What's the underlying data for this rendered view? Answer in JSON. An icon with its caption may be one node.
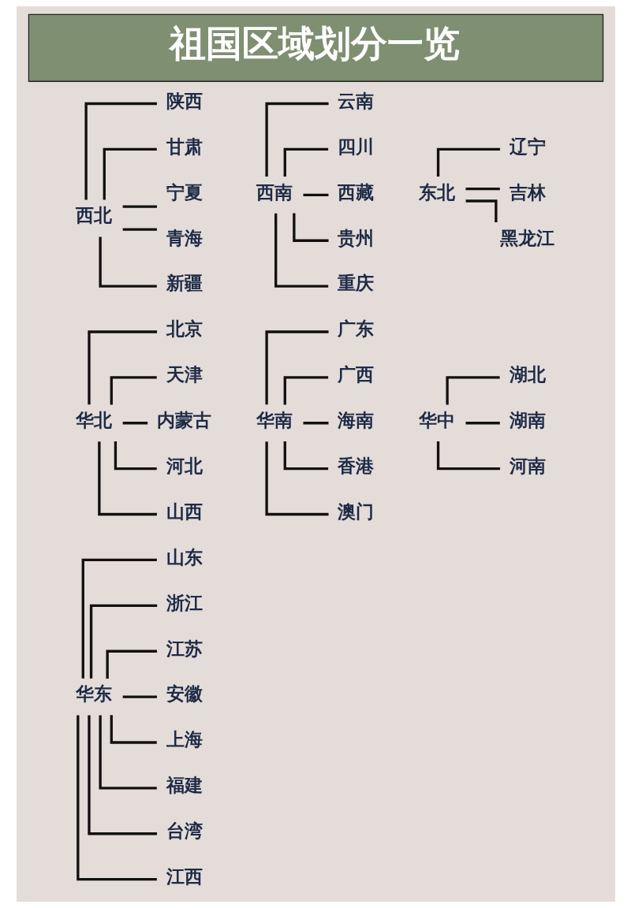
{
  "diagram": {
    "title": "祖国区域划分一览",
    "nodes": [
      {
        "text": [
          "西北"
        ]
      },
      {
        "text": [
          "陕西"
        ]
      },
      {
        "text": [
          "甘肃"
        ]
      },
      {
        "text": [
          "宁夏"
        ]
      },
      {
        "text": [
          "青海"
        ]
      },
      {
        "text": [
          "新疆"
        ]
      },
      {
        "text": [
          "西南"
        ]
      },
      {
        "text": [
          "云南"
        ]
      },
      {
        "text": [
          "四川"
        ]
      },
      {
        "text": [
          "西藏"
        ]
      },
      {
        "text": [
          "贵州"
        ]
      },
      {
        "text": [
          "重庆"
        ]
      },
      {
        "text": [
          "东北"
        ]
      },
      {
        "text": [
          "辽宁"
        ]
      },
      {
        "text": [
          "吉林"
        ]
      },
      {
        "text": [
          "黑龙江"
        ]
      },
      {
        "text": [
          "华北"
        ]
      },
      {
        "text": [
          "北京"
        ]
      },
      {
        "text": [
          "天津"
        ]
      },
      {
        "text": [
          "内蒙古"
        ]
      },
      {
        "text": [
          "河北"
        ]
      },
      {
        "text": [
          "山西"
        ]
      },
      {
        "text": [
          "华南"
        ]
      },
      {
        "text": [
          "广东"
        ]
      },
      {
        "text": [
          "广西"
        ]
      },
      {
        "text": [
          "海南"
        ]
      },
      {
        "text": [
          "香港"
        ]
      },
      {
        "text": [
          "澳门"
        ]
      },
      {
        "text": [
          "华中"
        ]
      },
      {
        "text": [
          "湖北"
        ]
      },
      {
        "text": [
          "湖南"
        ]
      },
      {
        "text": [
          "河南"
        ]
      },
      {
        "text": [
          "华东"
        ]
      },
      {
        "text": [
          "山东"
        ]
      },
      {
        "text": [
          "浙江"
        ]
      },
      {
        "text": [
          "江苏"
        ]
      },
      {
        "text": [
          "安徽"
        ]
      },
      {
        "text": [
          "上海"
        ]
      },
      {
        "text": [
          "福建"
        ]
      },
      {
        "text": [
          "台湾"
        ]
      },
      {
        "text": [
          "江西"
        ]
      }
    ],
    "edges": [
      {
        "from": 0,
        "to": 1,
        "arrow": "none"
      },
      {
        "from": 0,
        "to": 2,
        "arrow": "none"
      },
      {
        "from": 0,
        "to": 3,
        "arrow": "none"
      },
      {
        "from": 0,
        "to": 4,
        "arrow": "none"
      },
      {
        "from": 0,
        "to": 5,
        "arrow": "none"
      },
      {
        "from": 6,
        "to": 7,
        "arrow": "none"
      },
      {
        "from": 6,
        "to": 8,
        "arrow": "none"
      },
      {
        "from": 6,
        "to": 9,
        "arrow": "none"
      },
      {
        "from": 6,
        "to": 10,
        "arrow": "none"
      },
      {
        "from": 6,
        "to": 11,
        "arrow": "none"
      },
      {
        "from": 12,
        "to": 13,
        "arrow": "none"
      },
      {
        "from": 12,
        "to": 14,
        "arrow": "none"
      },
      {
        "from": 12,
        "to": 15,
        "arrow": "none"
      },
      {
        "from": 16,
        "to": 17,
        "arrow": "none"
      },
      {
        "from": 16,
        "to": 18,
        "arrow": "none"
      },
      {
        "from": 16,
        "to": 19,
        "arrow": "none"
      },
      {
        "from": 16,
        "to": 20,
        "arrow": "none"
      },
      {
        "from": 16,
        "to": 21,
        "arrow": "none"
      },
      {
        "from": 22,
        "to": 23,
        "arrow": "none"
      },
      {
        "from": 22,
        "to": 24,
        "arrow": "none"
      },
      {
        "from": 22,
        "to": 25,
        "arrow": "none"
      },
      {
        "from": 22,
        "to": 26,
        "arrow": "none"
      },
      {
        "from": 22,
        "to": 27,
        "arrow": "none"
      },
      {
        "from": 28,
        "to": 29,
        "arrow": "none"
      },
      {
        "from": 28,
        "to": 30,
        "arrow": "none"
      },
      {
        "from": 28,
        "to": 31,
        "arrow": "none"
      },
      {
        "from": 32,
        "to": 33,
        "arrow": "none"
      },
      {
        "from": 32,
        "to": 34,
        "arrow": "none"
      },
      {
        "from": 32,
        "to": 35,
        "arrow": "none"
      },
      {
        "from": 32,
        "to": 36,
        "arrow": "none"
      },
      {
        "from": 32,
        "to": 37,
        "arrow": "none"
      },
      {
        "from": 32,
        "to": 38,
        "arrow": "none"
      },
      {
        "from": 32,
        "to": 39,
        "arrow": "none"
      },
      {
        "from": 32,
        "to": 40,
        "arrow": "none"
      }
    ]
  }
}
